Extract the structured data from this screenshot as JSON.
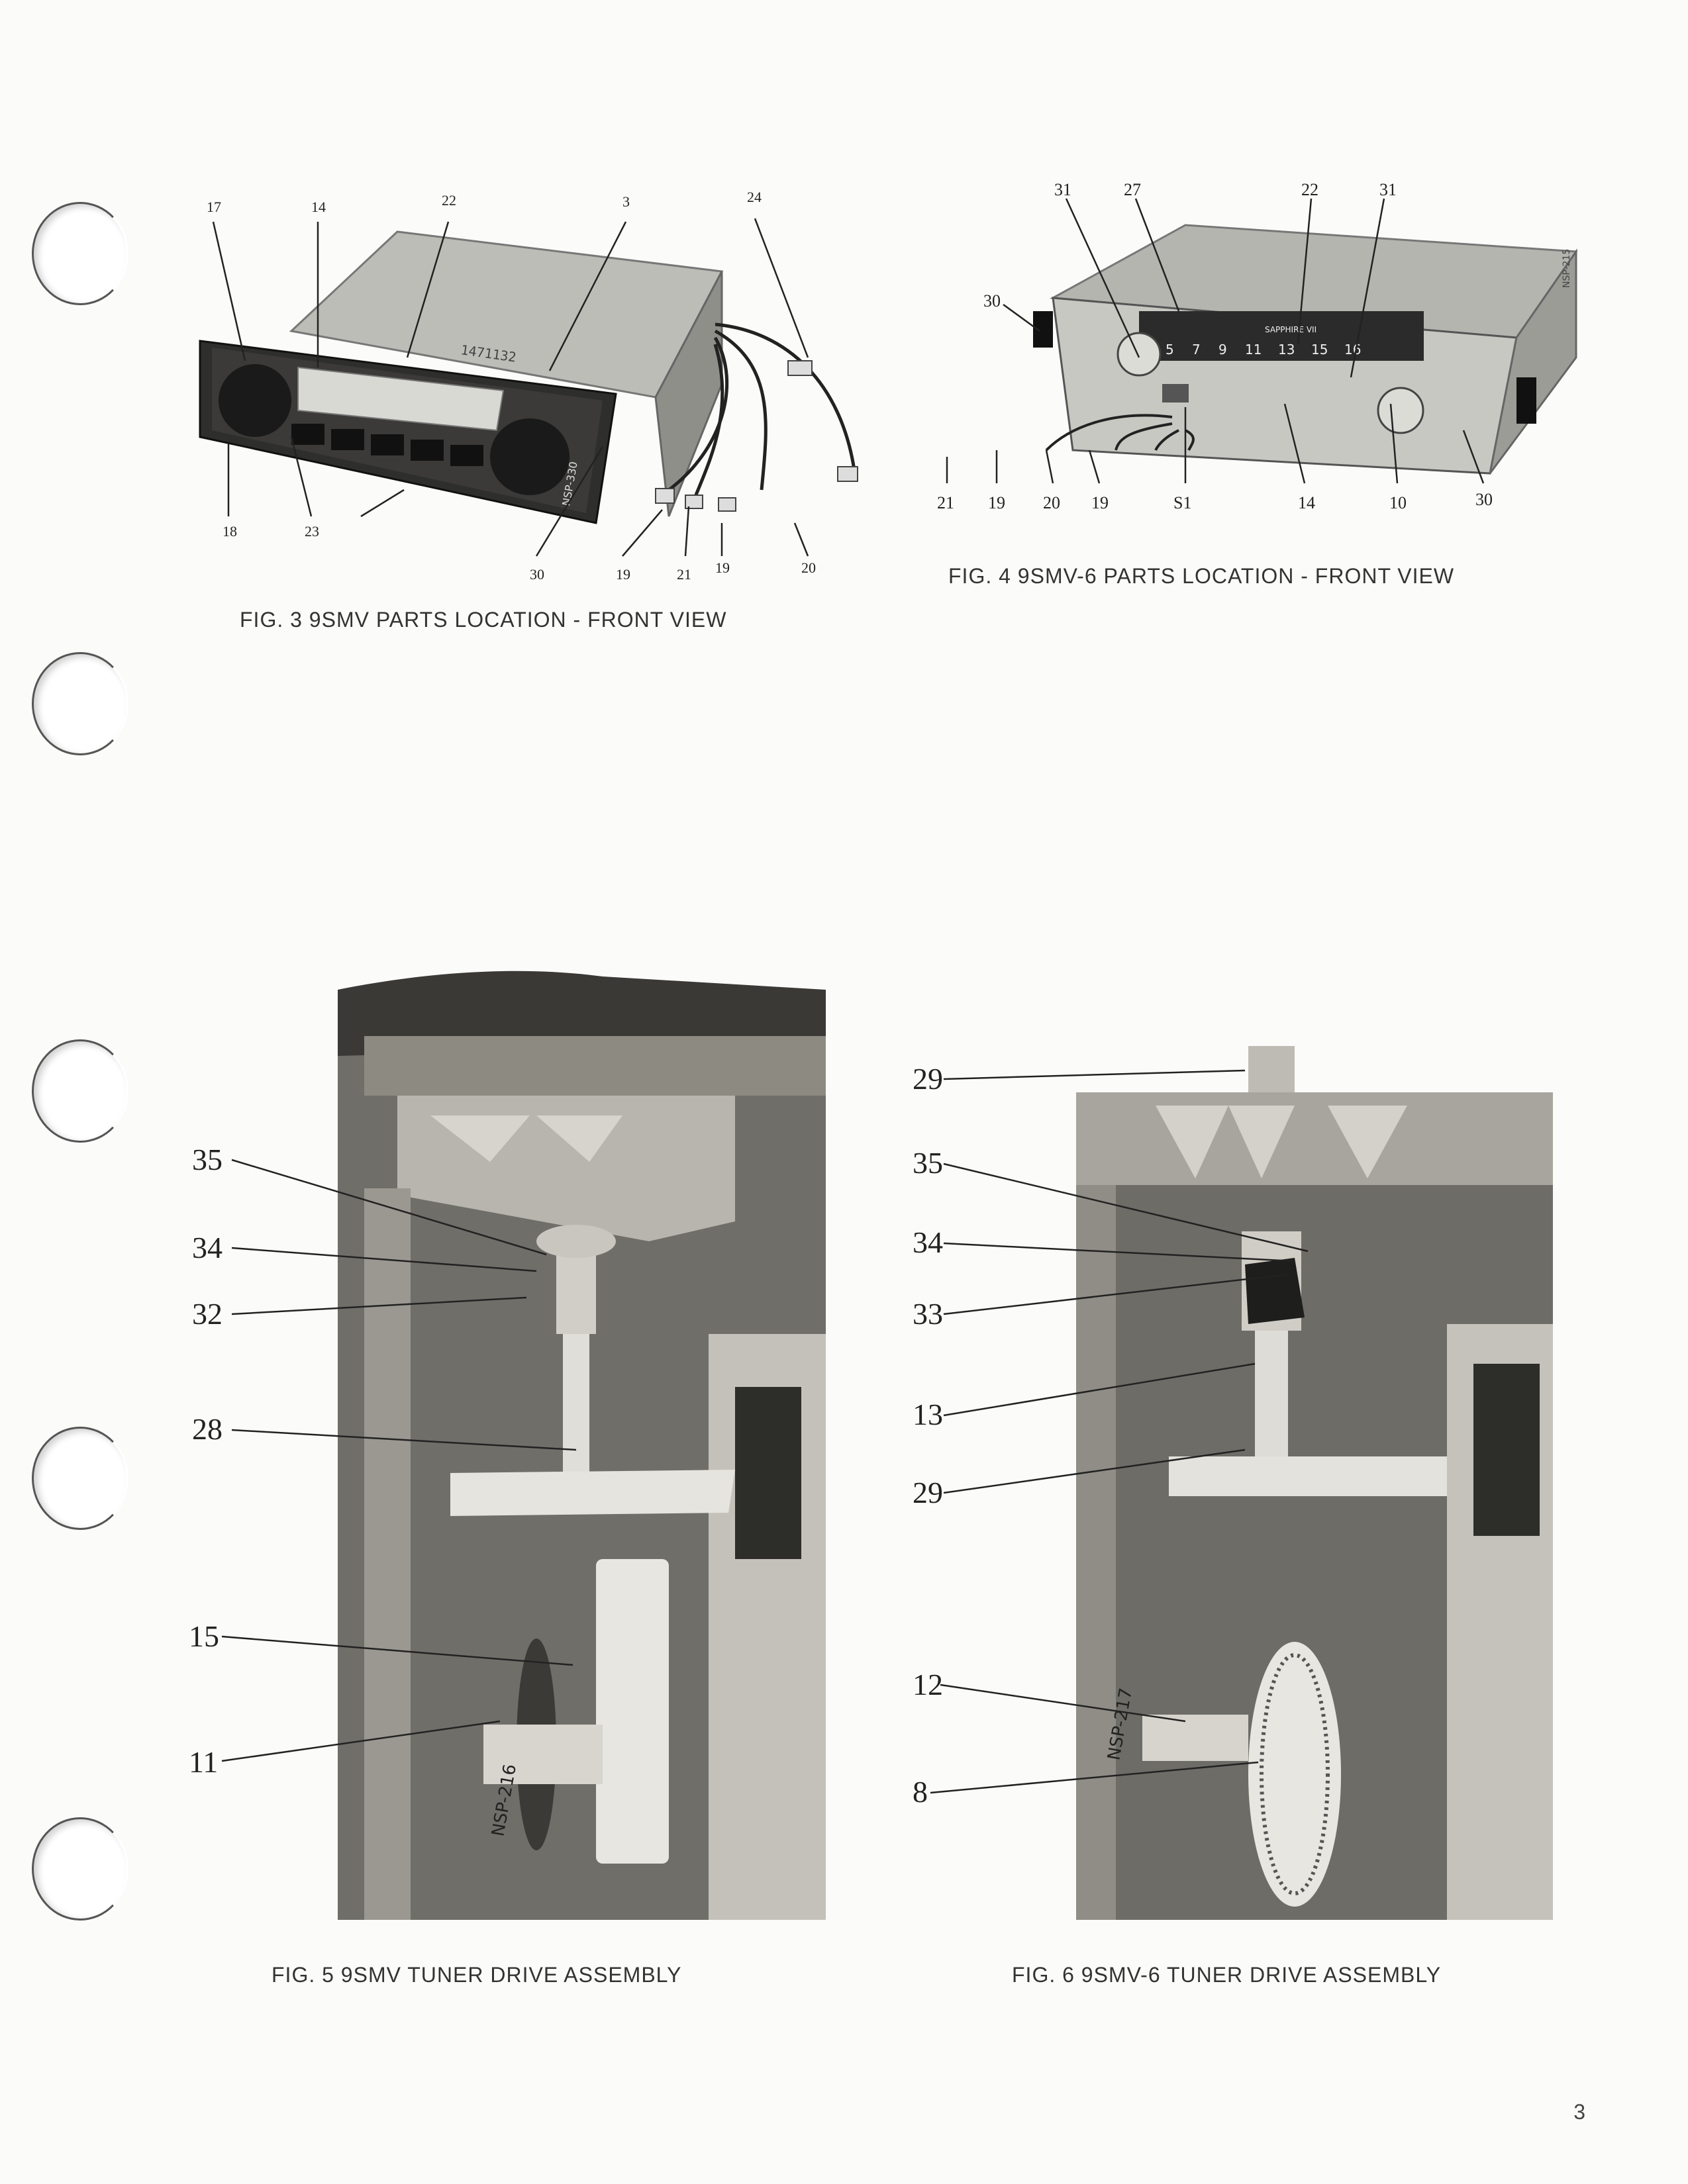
{
  "page_number": "3",
  "figures": {
    "fig3": {
      "caption": "FIG. 3  9SMV PARTS LOCATION - FRONT VIEW",
      "callouts": [
        "17",
        "14",
        "22",
        "3",
        "24",
        "18",
        "23",
        "30",
        "19",
        "21",
        "19",
        "20"
      ],
      "photo_marks": [
        "1471132",
        "NSP-330"
      ]
    },
    "fig4": {
      "caption": "FIG. 4  9SMV-6 PARTS LOCATION - FRONT VIEW",
      "callouts": [
        "31",
        "27",
        "22",
        "31",
        "30",
        "21",
        "19",
        "20",
        "19",
        "S1",
        "14",
        "10",
        "30"
      ],
      "photo_marks": [
        "SAPPHIRE VII",
        "5",
        "7",
        "9",
        "11",
        "13",
        "15",
        "16",
        "NSP-215"
      ]
    },
    "fig5": {
      "caption": "FIG. 5  9SMV TUNER DRIVE ASSEMBLY",
      "callouts": [
        "35",
        "34",
        "32",
        "28",
        "15",
        "11"
      ],
      "photo_marks": [
        "NSP-216"
      ]
    },
    "fig6": {
      "caption": "FIG. 6  9SMV-6 TUNER DRIVE ASSEMBLY",
      "callouts": [
        "29",
        "35",
        "34",
        "33",
        "13",
        "29",
        "12",
        "8"
      ],
      "photo_marks": [
        "NSP-217"
      ]
    }
  }
}
